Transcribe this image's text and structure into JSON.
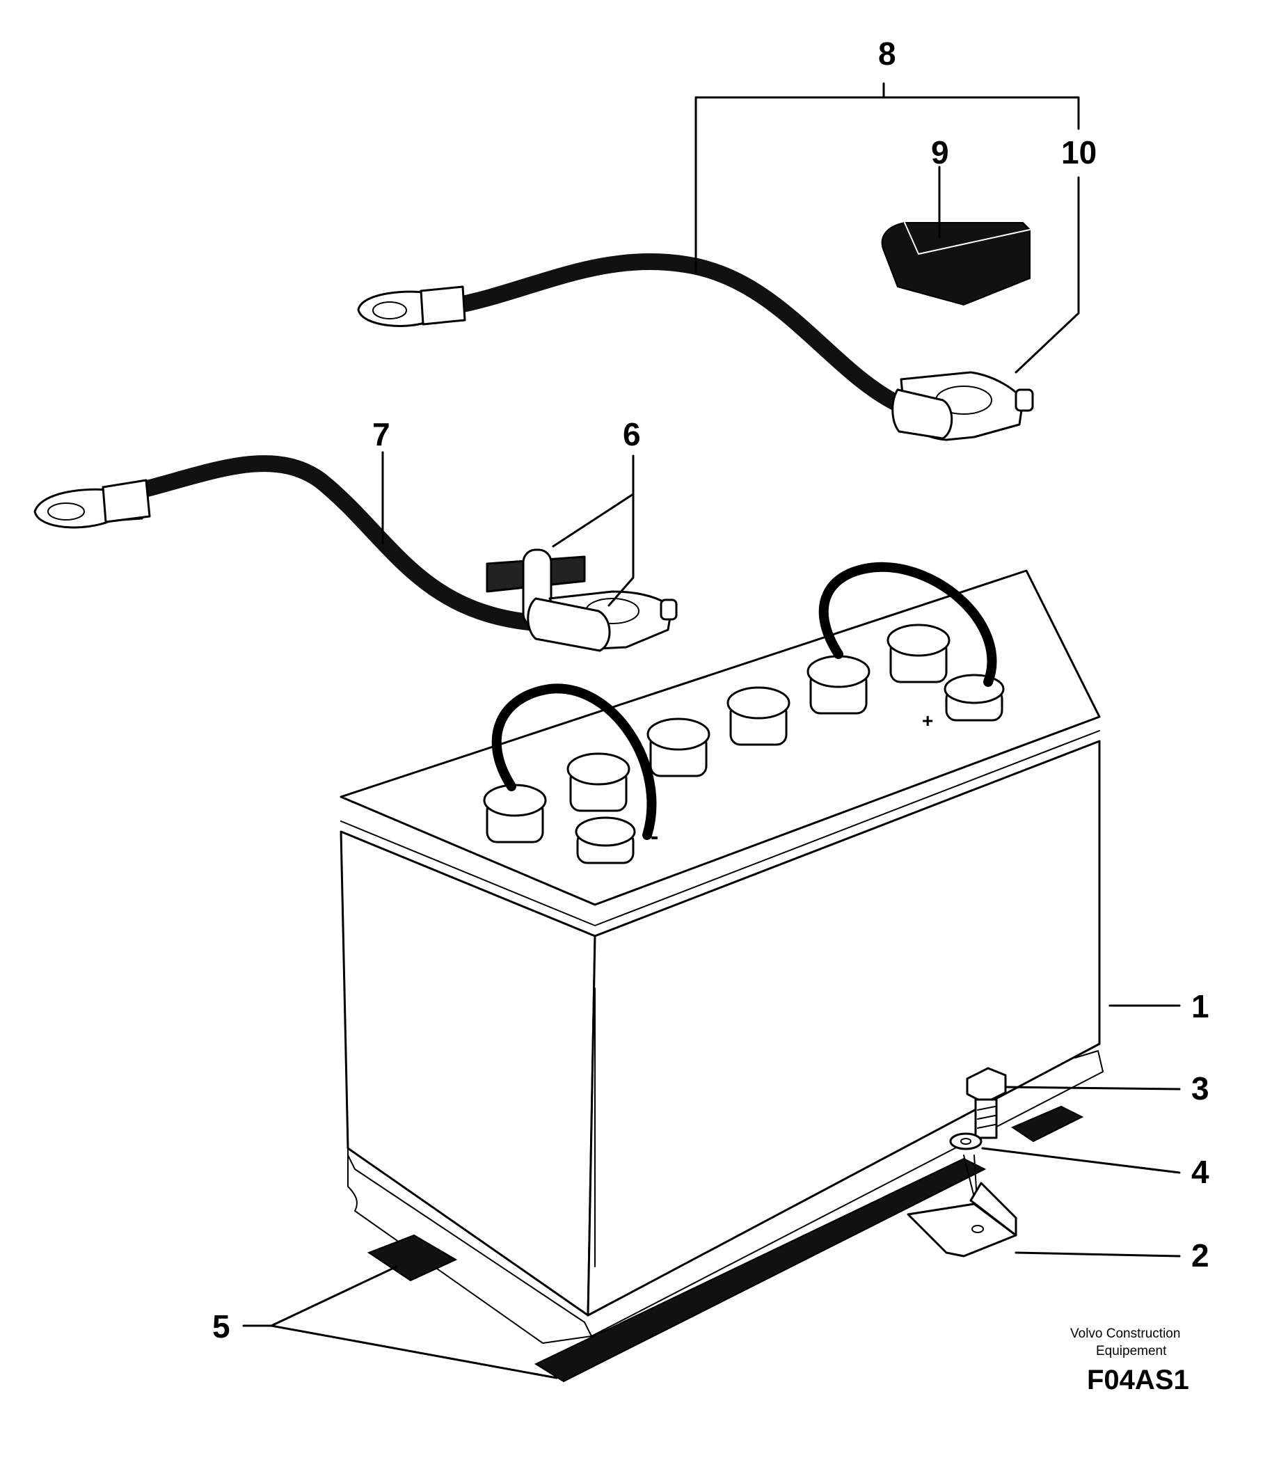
{
  "callouts": {
    "c1": "1",
    "c2": "2",
    "c3": "3",
    "c4": "4",
    "c5": "5",
    "c6": "6",
    "c7": "7",
    "c8": "8",
    "c9": "9",
    "c10": "10"
  },
  "caption": {
    "line1": "Volvo Construction",
    "line2": "Equipement",
    "figure_code": "F04AS1"
  },
  "battery_terminal_marks": {
    "negative": "-",
    "positive": "+"
  }
}
